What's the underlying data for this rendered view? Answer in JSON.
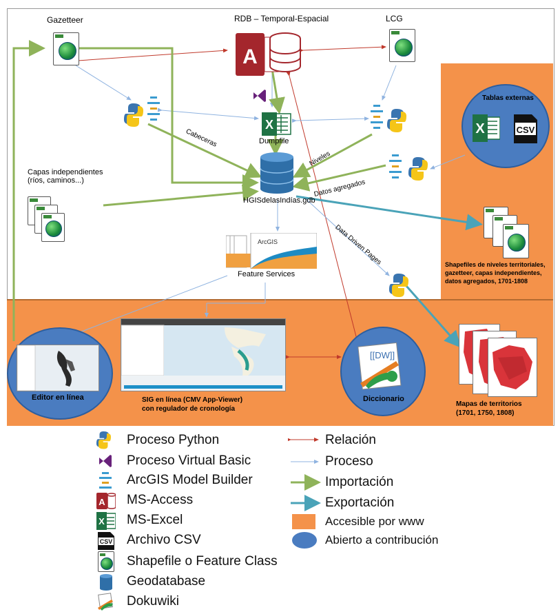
{
  "nodes": {
    "gazetteer": "Gazetteer",
    "rdb": "RDB – Temporal-Espacial",
    "lcg": "LCG",
    "tablas_externas": "Tablas externas",
    "csv_badge": "CSV",
    "excel_badge": "X",
    "access_badge": "A",
    "dumpfile": "Dumpfile",
    "capas_independientes": "Capas independientes\n(ríos, caminos...)",
    "gdb": "HGISdelasIndías.gdb",
    "feature_services": "Feature Services",
    "arcgis_text": "ArcGIS",
    "shapefiles": "Shapefiles de niveles territoriales, gazetteer, capas independientes, datos agregados, 1701-1808",
    "editor": "Editor en línea",
    "sig": "SIG en línea (CMV App-Viewer)\ncon regulador de cronología",
    "diccionario": "Diccionario",
    "mapas": "Mapas de territorios\n(1701, 1750, 1808)"
  },
  "edge_labels": {
    "cabeceras": "Cabeceras",
    "niveles": "Niveles",
    "datos_agregados": "Datos agregados",
    "data_driven": "Data Driven Pages"
  },
  "legend": {
    "python": "Proceso Python",
    "vb": "Proceso Virtual Basic",
    "model_builder": "ArcGIS Model Builder",
    "access": "MS-Access",
    "excel": "MS-Excel",
    "csv": "Archivo CSV",
    "shapefile": "Shapefile o Feature Class",
    "geodatabase": "Geodatabase",
    "dokuwiki": "Dokuwiki",
    "relacion": "Relación",
    "proceso": "Proceso",
    "importacion": "Importación",
    "exportacion": "Exportación",
    "accesible": "Accesible por www",
    "abierto": "Abierto a contribución"
  },
  "colors": {
    "orange": "#f4924a",
    "blue_circle": "#4a7cc0",
    "relacion": "#c0392b",
    "proceso": "#8fb3e0",
    "importacion": "#8fb35a",
    "exportacion": "#4aa3b8"
  }
}
